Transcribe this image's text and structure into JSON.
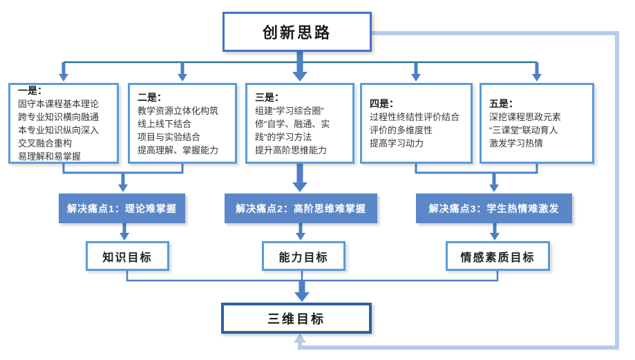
{
  "colors": {
    "light_box_border": "#5b9bd5",
    "title_box_border": "#4472c4",
    "final_box_border": "#2e5fa8",
    "pain_box_fill": "#5b87c8",
    "arrow_blue": "#4d80c4",
    "top_rail_teal": "#2e7293",
    "feedback_light_blue": "#b7cbe9",
    "text_dark": "#1f1f1f",
    "pain_text": "#ffffff"
  },
  "title": {
    "label": "创新思路"
  },
  "strategies": [
    {
      "heading": "一是：",
      "lines": [
        "固守本课程基本理论",
        "跨专业知识横向融通",
        "本专业知识纵向深入",
        "交叉融合重构",
        "易理解和易掌握"
      ]
    },
    {
      "heading": "二是：",
      "lines": [
        "教学资源立体化构筑",
        "线上线下结合",
        "项目与实验结合",
        "提高理解、掌握能力"
      ]
    },
    {
      "heading": "三是：",
      "lines": [
        "组建“学习综合圈”",
        "修“自学、融通、实",
        "践”的学习方法",
        "提升高阶思维能力"
      ]
    },
    {
      "heading": "四是：",
      "lines": [
        "过程性终结性评价结合",
        "评价的多维度性",
        "提高学习动力"
      ]
    },
    {
      "heading": "五是：",
      "lines": [
        "深挖课程思政元素",
        "“三课堂”联动育人",
        "激发学习热情"
      ]
    }
  ],
  "pain_points": [
    {
      "label": "解决痛点1：理论难掌握"
    },
    {
      "label": "解决痛点2：高阶思维难掌握"
    },
    {
      "label": "解决痛点3：学生热情难激发"
    }
  ],
  "goals": [
    {
      "label": "知识目标"
    },
    {
      "label": "能力目标"
    },
    {
      "label": "情感素质目标"
    }
  ],
  "final_goal": {
    "label": "三维目标"
  }
}
